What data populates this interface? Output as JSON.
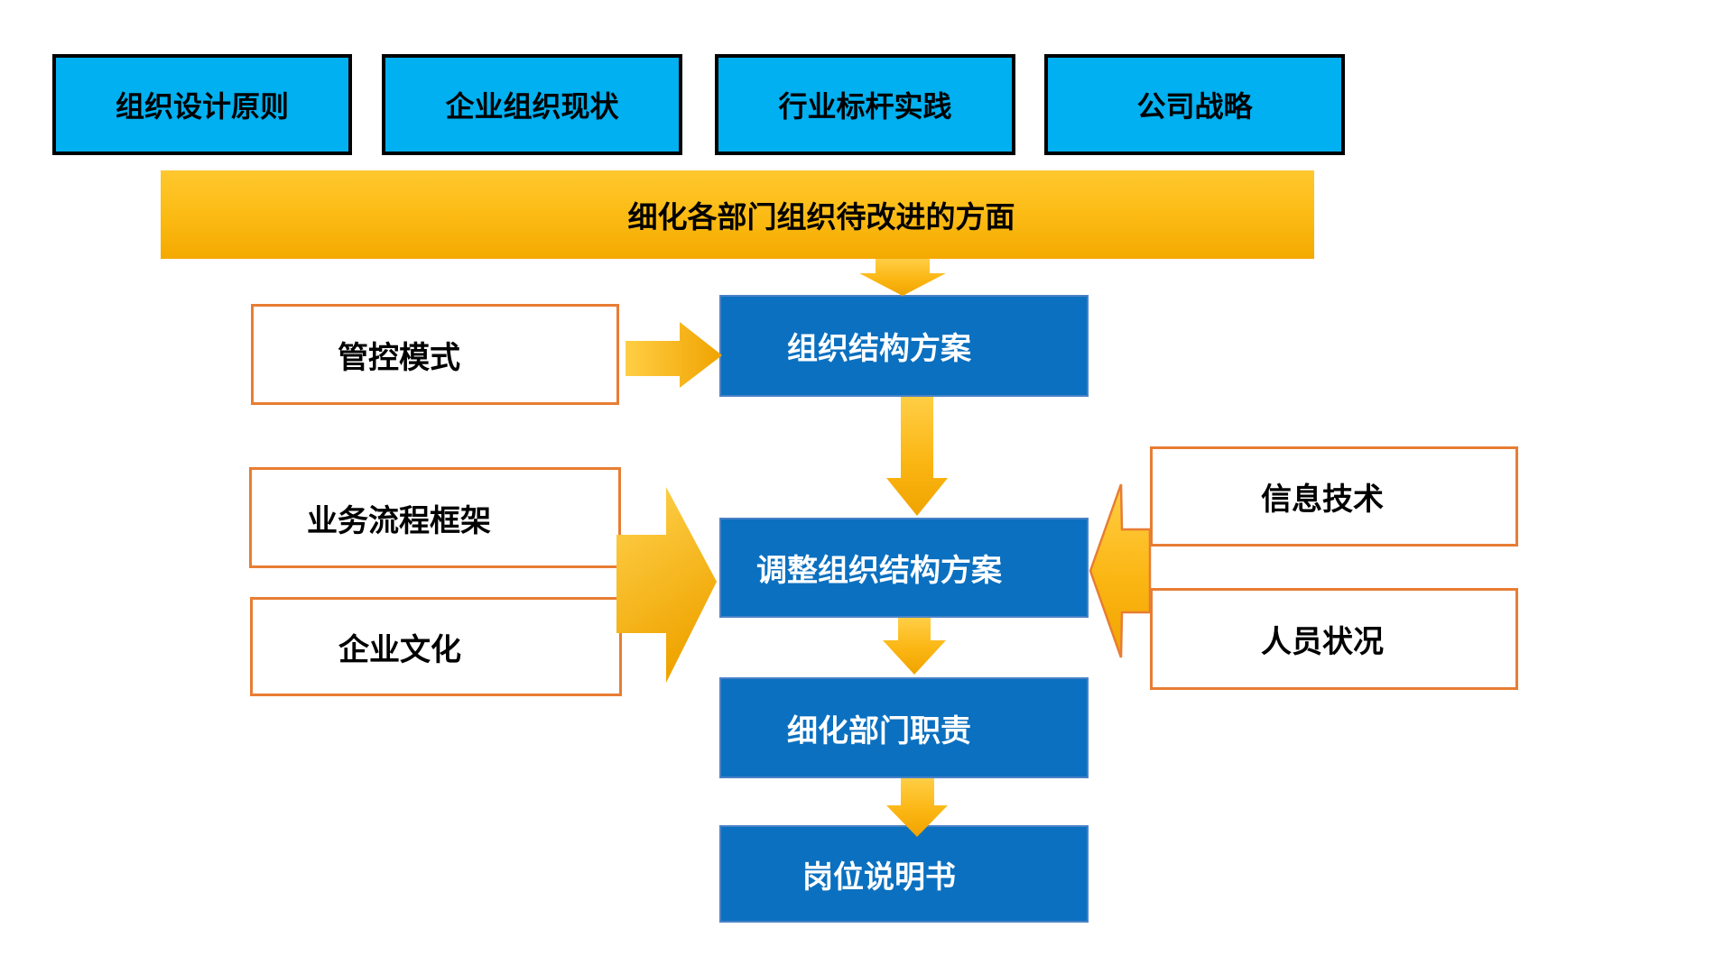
{
  "diagram": {
    "top_row": [
      {
        "label": "组织设计原则"
      },
      {
        "label": "企业组织现状"
      },
      {
        "label": "行业标杆实践"
      },
      {
        "label": "公司战略"
      }
    ],
    "banner": {
      "label": "细化各部门组织待改进的方面"
    },
    "left_inputs": [
      {
        "label": "管控模式"
      },
      {
        "label": "业务流程框架"
      },
      {
        "label": "企业文化"
      }
    ],
    "right_inputs": [
      {
        "label": "信息技术"
      },
      {
        "label": "人员状况"
      }
    ],
    "process_steps": [
      {
        "label": "组织结构方案"
      },
      {
        "label": "调整组织结构方案"
      },
      {
        "label": "细化部门职责"
      },
      {
        "label": "岗位说明书"
      }
    ],
    "colors": {
      "cyan_fill": "#00B0F0",
      "blue_fill": "#0B70C0",
      "gold_light": "#FFC832",
      "gold_dark": "#F2A600",
      "orange_border": "#E87D33"
    }
  }
}
